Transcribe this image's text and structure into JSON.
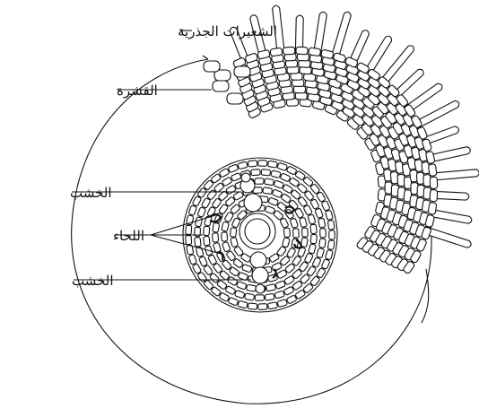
{
  "labels": {
    "root_hairs": "الشعيرات الجذرية",
    "cortex": "القشرة",
    "xylem_top": "الخشب",
    "phloem": "اللحاء",
    "xylem_bottom": "الخشب"
  }
}
